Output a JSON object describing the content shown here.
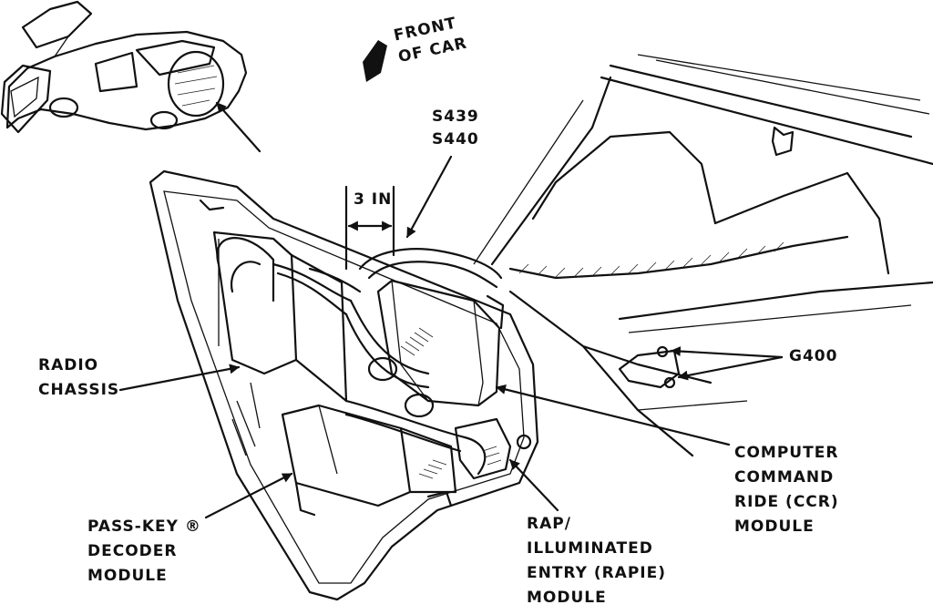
{
  "direction": {
    "line1": "FRONT",
    "line2": "OF CAR"
  },
  "splices": {
    "line1": "S439",
    "line2": "S440"
  },
  "dimension": {
    "text": "3 IN"
  },
  "labels": {
    "radio": {
      "line1": "RADIO",
      "line2": "CHASSIS"
    },
    "passkey": {
      "line1": "PASS-KEY ®",
      "line2": "DECODER",
      "line3": "MODULE"
    },
    "rap": {
      "line1": "RAP/",
      "line2": "ILLUMINATED",
      "line3": "ENTRY (RAPIE)",
      "line4": "MODULE"
    },
    "ccr": {
      "line1": "COMPUTER",
      "line2": "COMMAND",
      "line3": "RIDE (CCR)",
      "line4": "MODULE"
    },
    "ground": {
      "text": "G400"
    }
  },
  "colors": {
    "ink": "#111111",
    "paper": "#ffffff"
  },
  "icons": [
    "front-direction-arrow-icon",
    "car-overview-icon"
  ]
}
